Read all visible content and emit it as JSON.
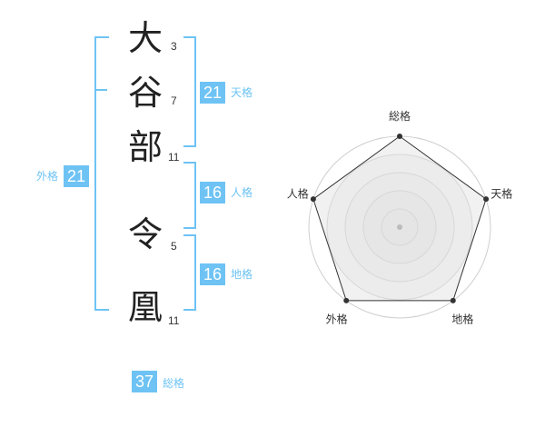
{
  "name_chars": [
    {
      "char": "大",
      "strokes": "3"
    },
    {
      "char": "谷",
      "strokes": "7"
    },
    {
      "char": "部",
      "strokes": "11"
    },
    {
      "char": "令",
      "strokes": "5"
    },
    {
      "char": "凰",
      "strokes": "11"
    }
  ],
  "scores": {
    "tenkaku": {
      "value": "21",
      "label": "天格"
    },
    "jinkaku": {
      "value": "16",
      "label": "人格"
    },
    "chikaku": {
      "value": "16",
      "label": "地格"
    },
    "gaikaku": {
      "value": "21",
      "label": "外格"
    },
    "soukaku": {
      "value": "37",
      "label": "総格"
    }
  },
  "accent_color": "#6ec3f4",
  "chart_data": {
    "type": "radar",
    "axes": [
      "総格",
      "天格",
      "地格",
      "外格",
      "人格"
    ],
    "levels": 5,
    "values": [
      5,
      5,
      5,
      5,
      5
    ],
    "max": 5
  }
}
